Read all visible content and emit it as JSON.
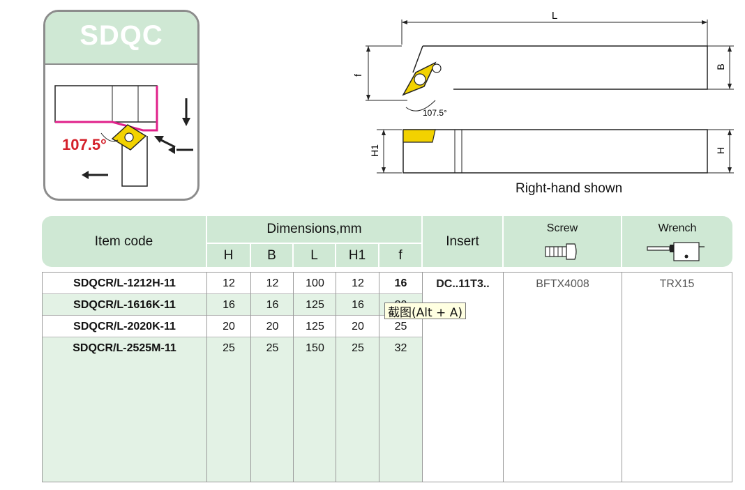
{
  "badge": {
    "title": "SDQC",
    "angle": "107.5°"
  },
  "drawing": {
    "dim_L": "L",
    "dim_f": "f",
    "dim_B": "B",
    "dim_H": "H",
    "dim_H1": "H1",
    "angle": "107.5°",
    "caption": "Right-hand shown"
  },
  "table": {
    "headers": {
      "item_code": "Item code",
      "dimensions": "Dimensions,mm",
      "sub": [
        "H",
        "B",
        "L",
        "H1",
        "f"
      ],
      "insert": "Insert",
      "screw": "Screw",
      "wrench": "Wrench"
    },
    "rows": [
      {
        "code": "SDQCR/L-1212H-11",
        "H": "12",
        "B": "12",
        "L": "100",
        "H1": "12",
        "f": "16"
      },
      {
        "code": "SDQCR/L-1616K-11",
        "H": "16",
        "B": "16",
        "L": "125",
        "H1": "16",
        "f": "20"
      },
      {
        "code": "SDQCR/L-2020K-11",
        "H": "20",
        "B": "20",
        "L": "125",
        "H1": "20",
        "f": "25"
      },
      {
        "code": "SDQCR/L-2525M-11",
        "H": "25",
        "B": "25",
        "L": "150",
        "H1": "25",
        "f": "32"
      }
    ],
    "insert": "DC..11T3..",
    "screw": "BFTX4008",
    "wrench": "TRX15"
  },
  "tooltip": {
    "text": "截图(Alt + A)"
  },
  "colors": {
    "header_bg": "#cfe8d4",
    "row_alt": "#e3f2e5",
    "insert_yellow": "#f2d200",
    "accent_red": "#d4202a",
    "magenta": "#e0218a"
  }
}
